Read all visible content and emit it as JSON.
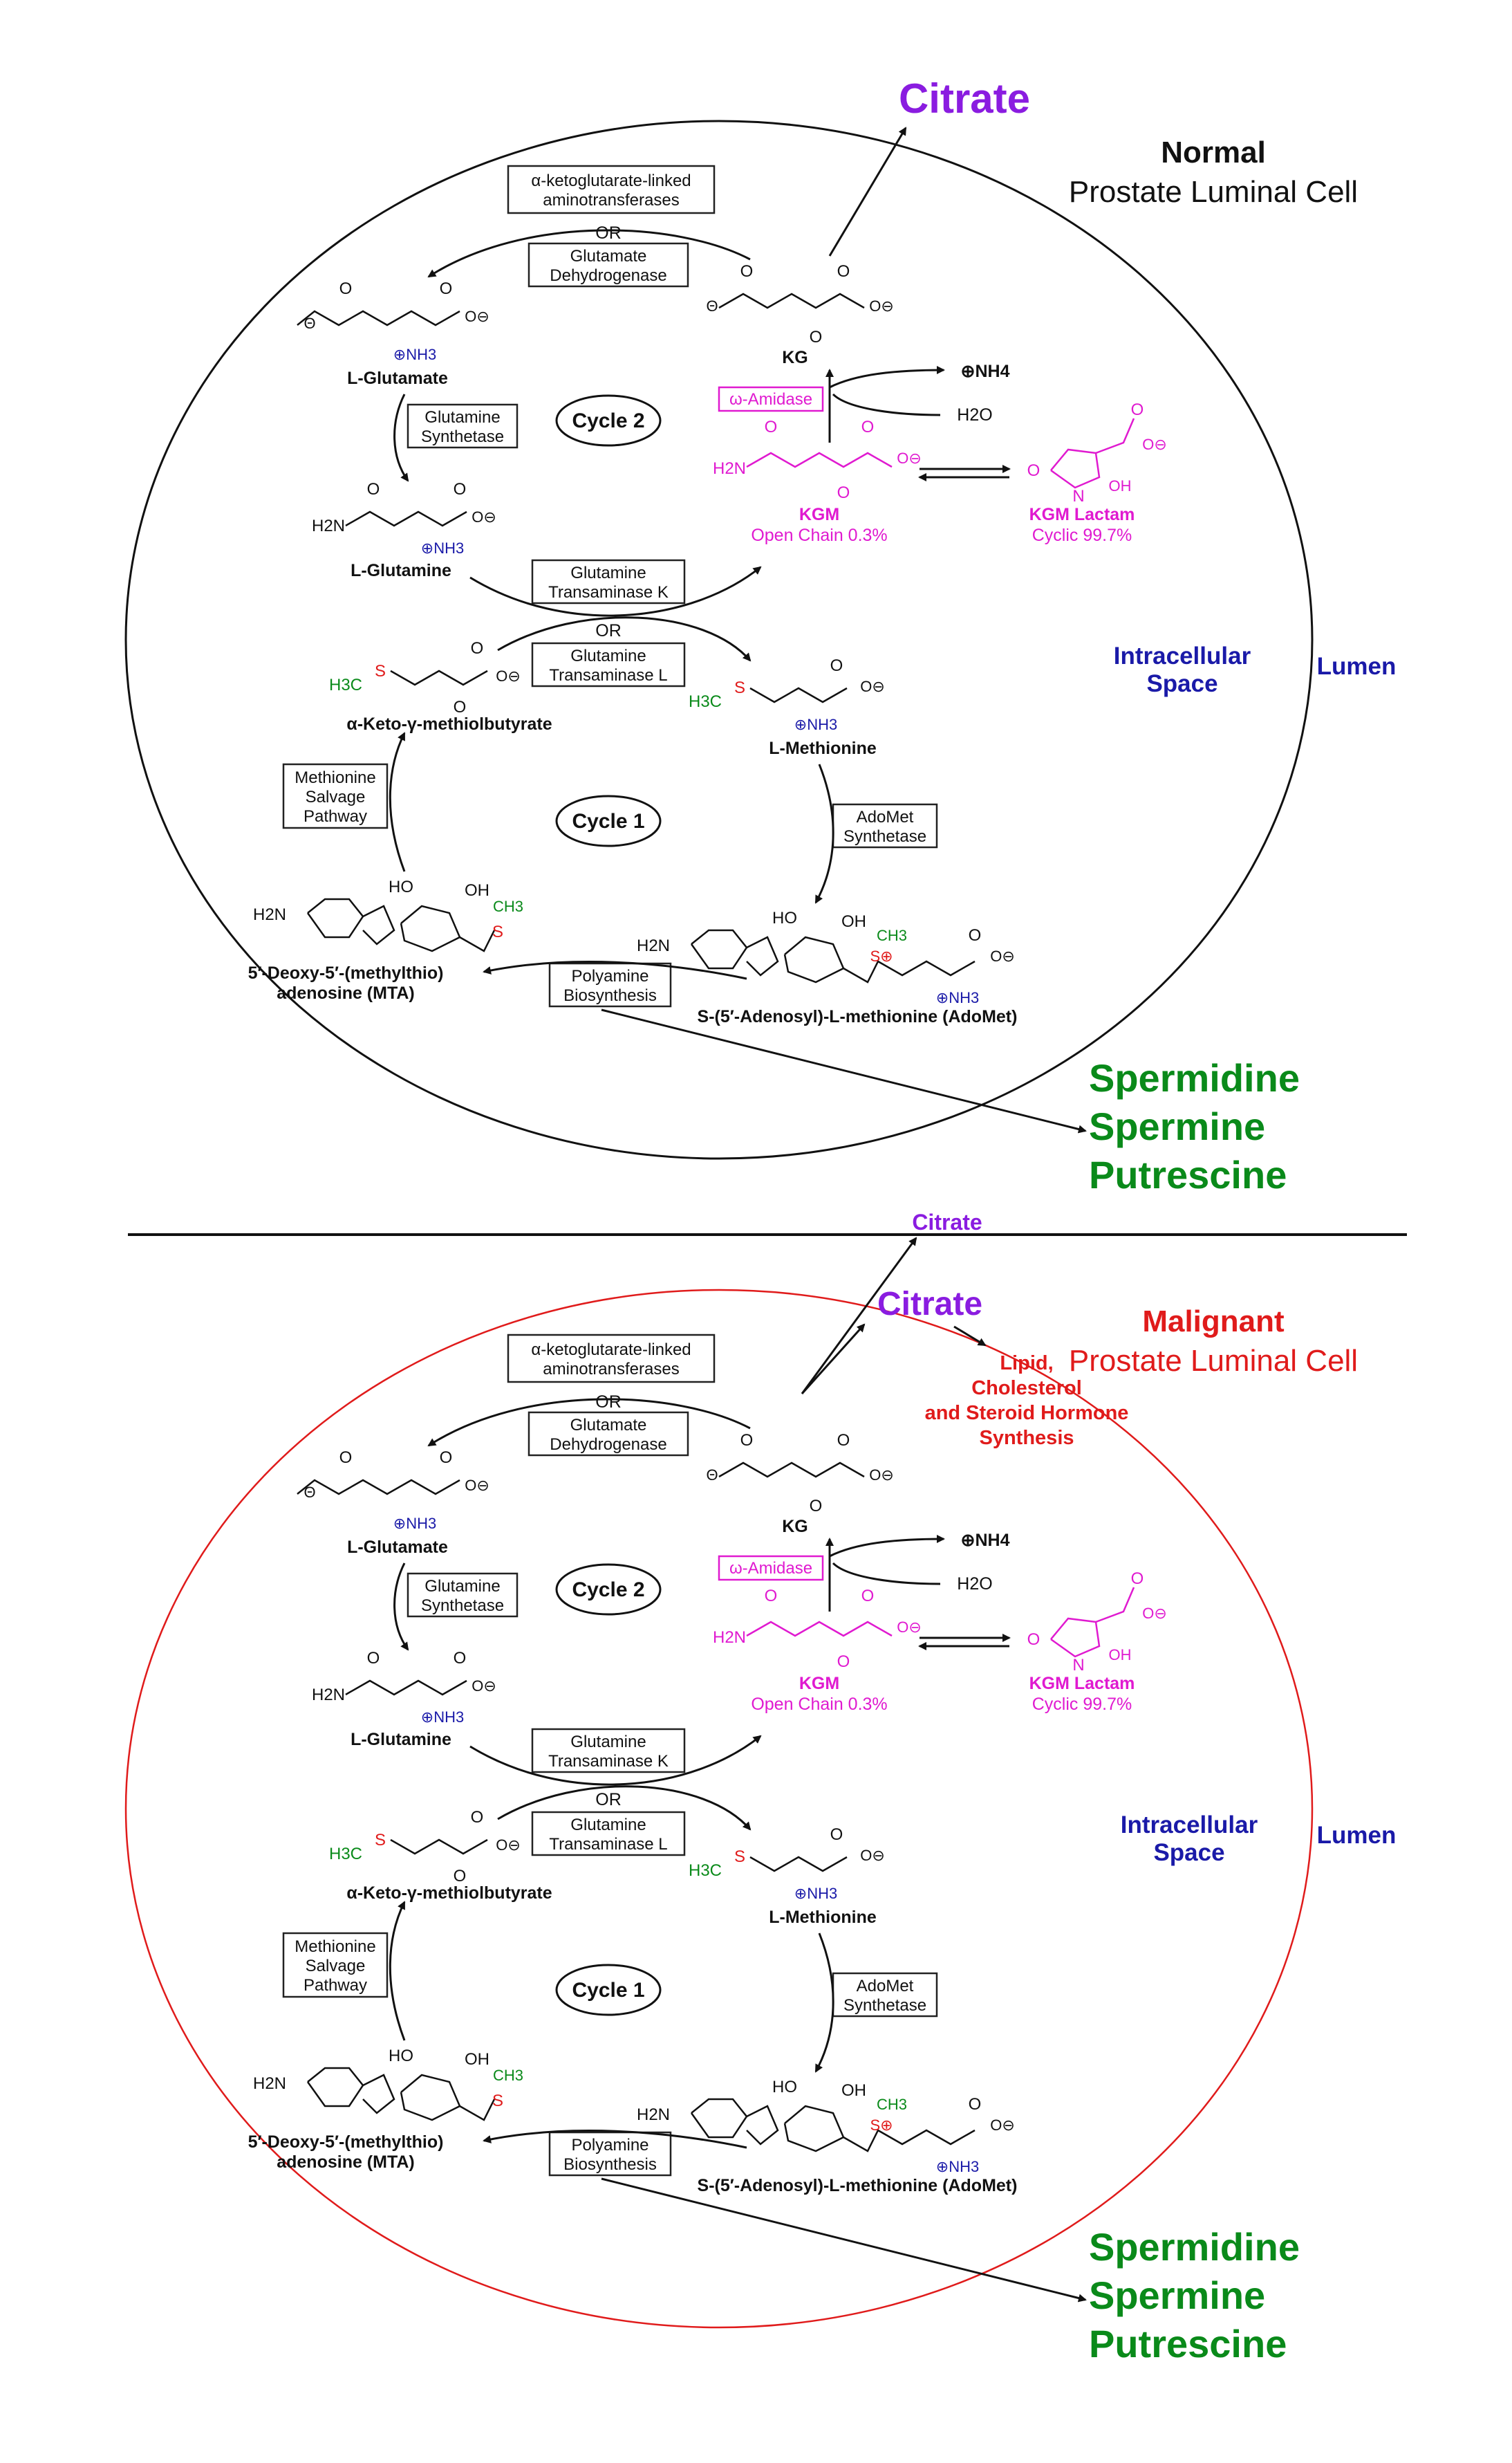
{
  "colors": {
    "citrate": "#8a1ce0",
    "kgm": "#e01ad0",
    "spermidine": "#0a8a1a",
    "space": "#1a1aa8",
    "malignant": "#e01b1b",
    "nh_blue": "#1a1aa8",
    "methyl_green": "#0a8a1a",
    "sulfur_red": "#e01b1b"
  },
  "panels": [
    {
      "cell_title": "Normal",
      "cell_subtitle": "Prostate Luminal Cell",
      "citrate_label": "Citrate",
      "citrate_small": "",
      "lipid_text": "",
      "intracellular_label": "Intracellular\nSpace",
      "lumen_label": "Lumen",
      "cycle2": "Cycle 2",
      "cycle1": "Cycle 1",
      "box_akg_linked": "α-ketoglutarate-linked\naminotransferases",
      "or1": "OR",
      "box_glu_dh": "Glutamate\nDehydrogenase",
      "box_gln_synth": "Glutamine\nSynthetase",
      "box_gln_trans_k": "Glutamine\nTransaminase K",
      "or2": "OR",
      "box_gln_trans_l": "Glutamine\nTransaminase L",
      "box_met_salvage": "Methionine\nSalvage\nPathway",
      "box_adomet_synth": "AdoMet\nSynthetase",
      "box_polyamine": "Polyamine\nBiosynthesis",
      "amidase": "ω-Amidase",
      "nh4": "NH4",
      "h2o": "H2O",
      "kg": "KG",
      "l_glutamate": "L-Glutamate",
      "l_glutamine": "L-Glutamine",
      "kmb": "α-Keto-γ-methiolbutyrate",
      "l_methionine": "L-Methionine",
      "mta": "5′-Deoxy-5′-(methylthio)\nadenosine (MTA)",
      "adomet": "S-(5′-Adenosyl)-L-methionine (AdoMet)",
      "kgm": "KGM",
      "kgm_open": "Open Chain 0.3%",
      "kgm_lactam": "KGM Lactam",
      "kgm_cyclic": "Cyclic 99.7%",
      "polyamines": [
        "Spermidine",
        "Spermine",
        "Putrescine"
      ]
    },
    {
      "cell_title": "Malignant",
      "cell_subtitle": "Prostate Luminal Cell",
      "citrate_label": "Citrate",
      "citrate_small": "Citrate",
      "lipid_text": "Lipid,\nCholesterol\nand Steroid Hormone\nSynthesis",
      "intracellular_label": "Intracellular\nSpace",
      "lumen_label": "Lumen",
      "cycle2": "Cycle 2",
      "cycle1": "Cycle 1",
      "box_akg_linked": "α-ketoglutarate-linked\naminotransferases",
      "or1": "OR",
      "box_glu_dh": "Glutamate\nDehydrogenase",
      "box_gln_synth": "Glutamine\nSynthetase",
      "box_gln_trans_k": "Glutamine\nTransaminase K",
      "or2": "OR",
      "box_gln_trans_l": "Glutamine\nTransaminase L",
      "box_met_salvage": "Methionine\nSalvage\nPathway",
      "box_adomet_synth": "AdoMet\nSynthetase",
      "box_polyamine": "Polyamine\nBiosynthesis",
      "amidase": "ω-Amidase",
      "nh4": "NH4",
      "h2o": "H2O",
      "kg": "KG",
      "l_glutamate": "L-Glutamate",
      "l_glutamine": "L-Glutamine",
      "kmb": "α-Keto-γ-methiolbutyrate",
      "l_methionine": "L-Methionine",
      "mta": "5′-Deoxy-5′-(methylthio)\nadenosine (MTA)",
      "adomet": "S-(5′-Adenosyl)-L-methionine (AdoMet)",
      "kgm": "KGM",
      "kgm_open": "Open Chain 0.3%",
      "kgm_lactam": "KGM Lactam",
      "kgm_cyclic": "Cyclic 99.7%",
      "polyamines": [
        "Spermidine",
        "Spermine",
        "Putrescine"
      ]
    }
  ]
}
